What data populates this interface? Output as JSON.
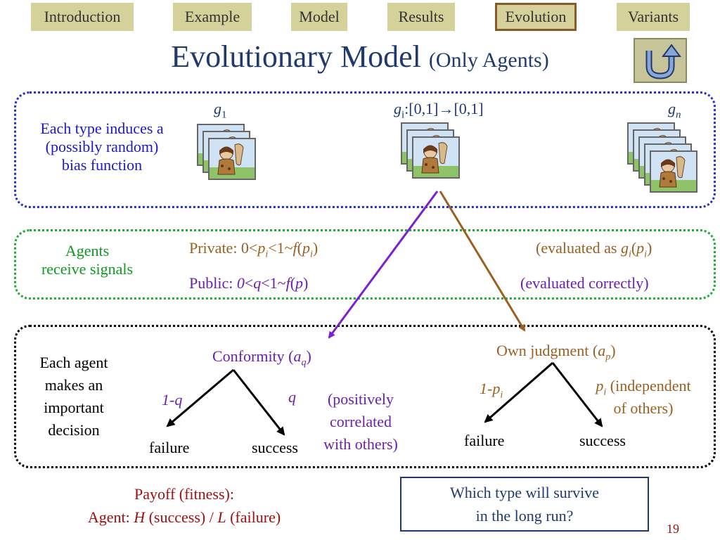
{
  "nav": {
    "tabs": [
      "Introduction",
      "Example",
      "Model",
      "Results",
      "Evolution",
      "Variants"
    ],
    "active_index": 4,
    "back_icon": "u-turn-arrow-icon"
  },
  "title": {
    "main": "Evolutionary Model",
    "sub": "(Only Agents)"
  },
  "types_box": {
    "text_lines": [
      "Each type induces a",
      "(possibly random)",
      "bias function"
    ],
    "g1_base": "g",
    "g1_sub": "1",
    "gi_base": "g",
    "gi_sub": "i",
    "gi_map": ":[0,1]",
    "gi_arrow": "→",
    "gi_range": "[0,1]",
    "gn_base": "g",
    "gn_sub": "n",
    "card_icon": "caveman-icon"
  },
  "signals_box": {
    "label_lines": [
      "Agents",
      "receive signals"
    ],
    "private": {
      "a": "Private: 0<",
      "p": "p",
      "i": "i",
      "b": "<1~",
      "f": "f",
      "c": "(",
      "p2": "p",
      "i2": "i",
      "d": ")"
    },
    "private_eval": {
      "a": "(evaluated as ",
      "g": "g",
      "i": "i",
      "b": "(",
      "p": "p",
      "i2": "i",
      "c": ")",
      "d": ")"
    },
    "public": {
      "a": "Public: ",
      "zero": "0",
      "lt": "<",
      "q": "q",
      "b": "<1~",
      "f": "f",
      "c": "(",
      "p": "p",
      "d": ")"
    },
    "public_eval": "(evaluated correctly)"
  },
  "decision_box": {
    "label_lines": [
      "Each agent",
      "makes an",
      "important",
      "decision"
    ],
    "conformity": {
      "label": "Conformity  (",
      "a": "a",
      "sub": "q",
      "close": ")"
    },
    "conf_left_prob": "1-q",
    "conf_right_prob": "q",
    "conf_note_lines": [
      "(positively",
      "correlated",
      "with others)"
    ],
    "conf_failure": "failure",
    "conf_success": "success",
    "own": {
      "label": "Own judgment (",
      "a": "a",
      "sub": "p",
      "close": ")"
    },
    "own_left_prob": {
      "a": "1-p",
      "sub": "i"
    },
    "own_right": {
      "p": "p",
      "sub": "i",
      "rest": " (independent",
      "line2": "of others)"
    },
    "own_failure": "failure",
    "own_success": "success"
  },
  "payoff": {
    "line1": "Payoff (fitness):",
    "line2": {
      "a": "Agent: ",
      "h": "H",
      "b": " (success) / ",
      "l": "L",
      "c": " (failure)"
    }
  },
  "question_lines": [
    "Which type will survive",
    "in the long run?"
  ],
  "page_number": "19",
  "colors": {
    "title": "#1f3a6e",
    "tab_bg": "#d4d19a",
    "purple": "#6a1fb0",
    "brown": "#9a6022",
    "blue": "#1a1acc",
    "green": "#119922"
  }
}
